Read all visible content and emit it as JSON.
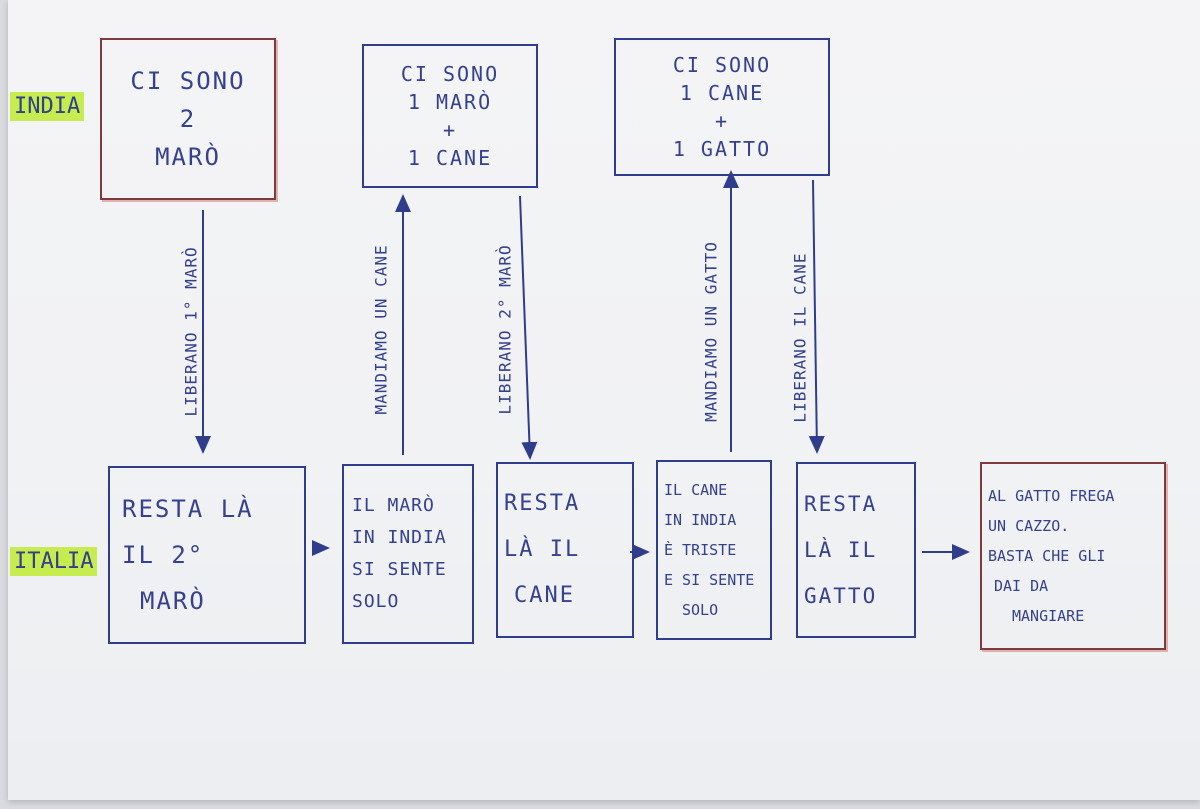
{
  "labels": {
    "india": "INDIA",
    "italia": "ITALIA"
  },
  "india_boxes": [
    {
      "lines": [
        "CI SONO",
        "2",
        "MARÒ"
      ]
    },
    {
      "lines": [
        "CI SONO",
        "1 MARÒ",
        "+",
        "1 CANE"
      ]
    },
    {
      "lines": [
        "CI SONO",
        "1 CANE",
        "+",
        "1 GATTO"
      ]
    }
  ],
  "italia_boxes": [
    {
      "lines": [
        "RESTA LÀ",
        "IL 2°",
        "MARÒ"
      ]
    },
    {
      "lines": [
        "IL MARÒ",
        "IN INDIA",
        "SI SENTE",
        "SOLO"
      ]
    },
    {
      "lines": [
        "RESTA",
        "LÀ IL",
        "CANE"
      ]
    },
    {
      "lines": [
        "IL CANE",
        "IN INDIA",
        "È TRISTE",
        "E SI SENTE",
        "SOLO"
      ]
    },
    {
      "lines": [
        "RESTA",
        "LÀ IL",
        "GATTO"
      ]
    },
    {
      "lines": [
        "AL GATTO FREGA",
        "UN CAZZO.",
        "BASTA CHE GLI",
        "DAI DA",
        "MANGIARE"
      ]
    }
  ],
  "arrows": [
    {
      "text": "LIBERANO 1° MARÒ"
    },
    {
      "text": "MANDIAMO UN CANE"
    },
    {
      "text": "LIBERANO 2° MARÒ"
    },
    {
      "text": "MANDIAMO UN GATTO"
    },
    {
      "text": "LIBERANO IL CANE"
    }
  ],
  "colors": {
    "ink": "#2f3d8a",
    "highlight": "#c7ec4f",
    "red_tint": "#7d3a3f"
  }
}
